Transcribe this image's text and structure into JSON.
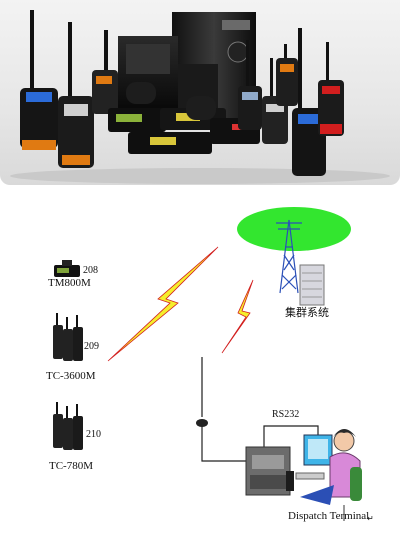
{
  "banner": {
    "products": [
      "radio-lineup"
    ]
  },
  "diagram": {
    "radios": [
      {
        "model": "TM800M",
        "id": "208"
      },
      {
        "model": "TC-3600M",
        "id": "209"
      },
      {
        "model": "TC-780M",
        "id": "210"
      }
    ],
    "base_station_label": "集群系统",
    "link_label": "RS232",
    "terminal_label": "Dispatch Terminal",
    "corner_mark": "↵",
    "colors": {
      "cloud": "#33e62f",
      "tower": "#2b50b8",
      "bolt_fill": "#f5ee2c",
      "bolt_edge": "#d21e1e"
    }
  }
}
